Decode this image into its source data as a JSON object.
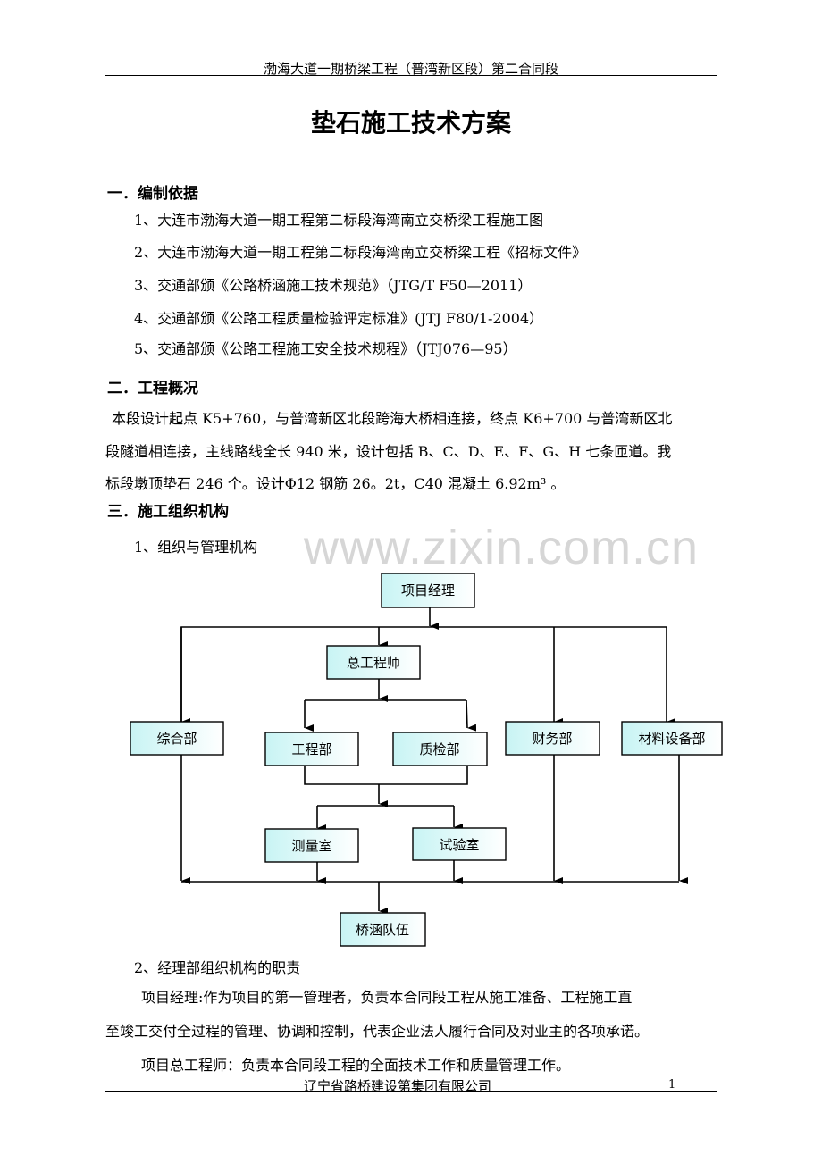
{
  "header": "渤海大道一期桥梁工程（普湾新区段）第二合同段",
  "title": "垫石施工技术方案",
  "watermark": "www.zixin.com.cn",
  "sections": [
    {
      "heading": "一．编制依据",
      "items": [
        "1、大连市渤海大道一期工程第二标段海湾南立交桥梁工程施工图",
        "2、大连市渤海大道一期工程第二标段海湾南立交桥梁工程《招标文件》",
        "3、交通部颁《公路桥涵施工技术规范》（JTG/T F50—2011）",
        "4、交通部颁《公路工程质量检验评定标准》(JTJ F80/1-2004）",
        "5、交通部颁《公路工程施工安全技术规程》（JTJ076—95）"
      ]
    },
    {
      "heading": "二．工程概况",
      "lines": [
        "本段设计起点 K5+760，与普湾新区北段跨海大桥相连接，终点 K6+700 与普湾新区北",
        "段隧道相连接，主线路线全长 940 米，设计包括 B、C、D、E、F、G、H 七条匝道。我",
        "标段墩顶垫石 246 个。设计Φ12 钢筋 26。2t，C40 混凝土 6.92m³ 。"
      ]
    },
    {
      "heading": "三．施工组织机构",
      "sub1": "1、组织与管理机构",
      "sub2": "2、经理部组织机构的职责",
      "lines": [
        "项目经理:作为项目的第一管理者，负责本合同段工程从施工准备、工程施工直",
        "至竣工交付全过程的管理、协调和控制，代表企业法人履行合同及对业主的各项承诺。",
        "项目总工程师：负责本合同段工程的全面技术工作和质量管理工作。"
      ]
    }
  ],
  "org": {
    "pm": "项目经理",
    "ce": "总工程师",
    "general": "综合部",
    "eng": "工程部",
    "qc": "质检部",
    "finance": "财务部",
    "material": "材料设备部",
    "survey": "测量室",
    "lab": "试验室",
    "team": "桥涵队伍"
  },
  "footer": {
    "company": "辽宁省路桥建设第集团有限公司",
    "page": "1"
  }
}
